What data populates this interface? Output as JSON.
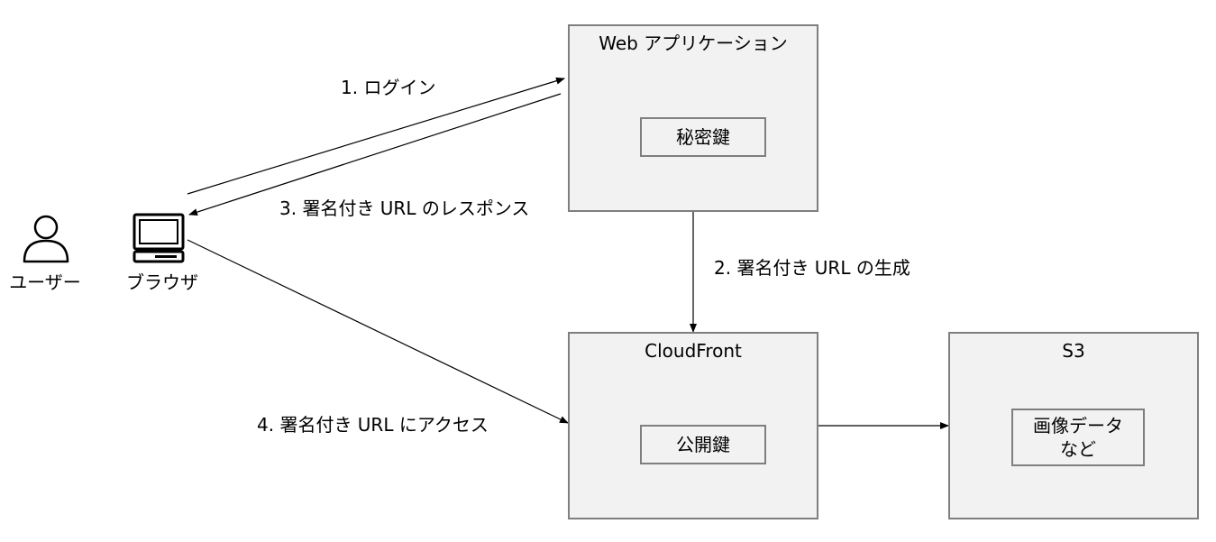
{
  "actors": {
    "user": {
      "label": "ユーザー",
      "icon": "user-icon"
    },
    "browser": {
      "label": "ブラウザ",
      "icon": "computer-icon"
    }
  },
  "components": {
    "webapp": {
      "title": "Web アプリケーション",
      "inner": "秘密鍵"
    },
    "cloudfront": {
      "title": "CloudFront",
      "inner": "公開鍵"
    },
    "s3": {
      "title": "S3",
      "inner": "画像データ\nなど"
    }
  },
  "steps": {
    "login": "1. ログイン",
    "generate": "2. 署名付き URL の生成",
    "response": "3. 署名付き URL のレスポンス",
    "access": "4. 署名付き URL にアクセス"
  },
  "colors": {
    "box_fill": "#f2f2f2",
    "box_border": "#7f7f7f",
    "line": "#000000"
  }
}
